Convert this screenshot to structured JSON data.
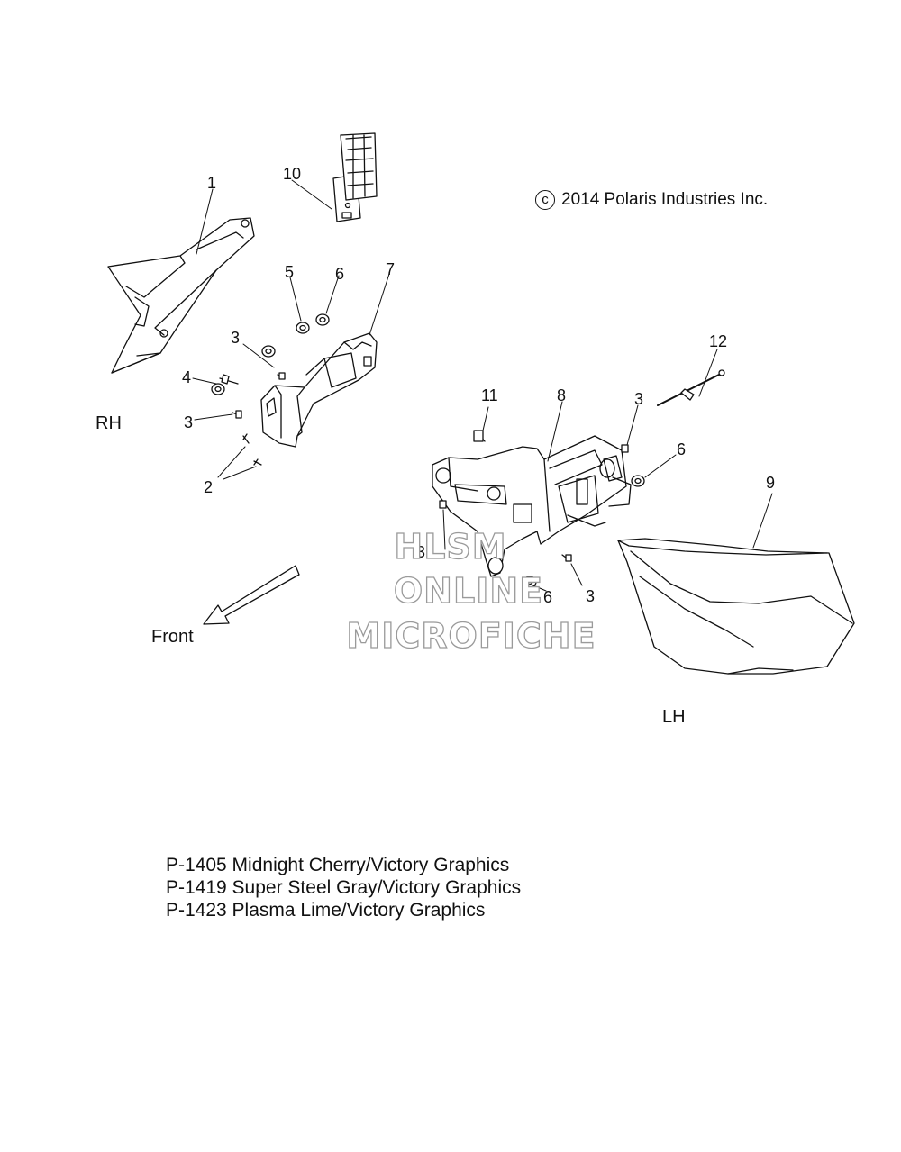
{
  "copyright": {
    "symbol": "c",
    "text": "2014 Polaris Industries Inc."
  },
  "side_labels": {
    "rh": "RH",
    "lh": "LH"
  },
  "direction": {
    "front": "Front"
  },
  "callouts": {
    "c1": "1",
    "c2": "2",
    "c3a": "3",
    "c3b": "3",
    "c3c": "3",
    "c3d": "3",
    "c3e": "3",
    "c4": "4",
    "c5": "5",
    "c6a": "6",
    "c6b": "6",
    "c6c": "6",
    "c7": "7",
    "c8": "8",
    "c9": "9",
    "c10": "10",
    "c11": "11",
    "c12": "12"
  },
  "legend": [
    "P-1405 Midnight Cherry/Victory Graphics",
    "P-1419 Super Steel Gray/Victory Graphics",
    "P-1423 Plasma Lime/Victory Graphics"
  ],
  "watermark": {
    "line1": "HLSM",
    "line2": "ONLINE",
    "line3": "MICROFICHE"
  }
}
